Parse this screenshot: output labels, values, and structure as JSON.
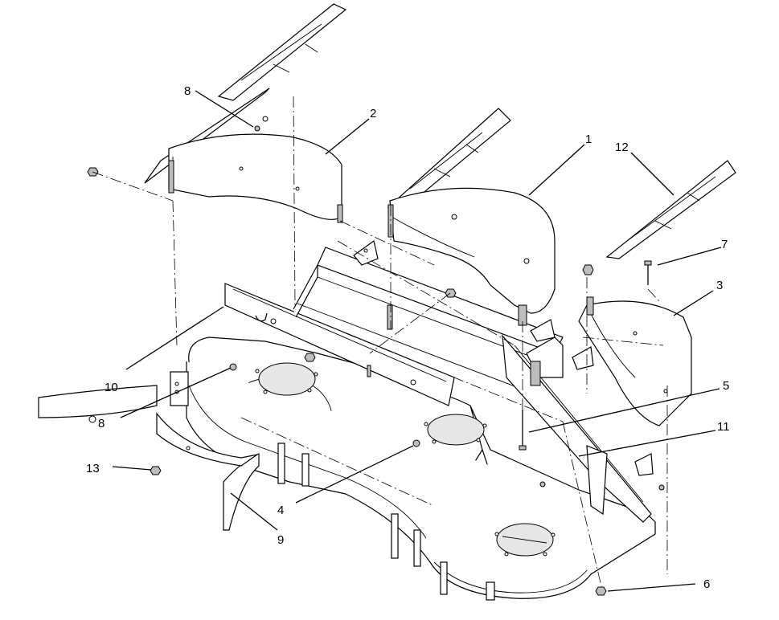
{
  "callouts": [
    {
      "id": "c1",
      "label": "1"
    },
    {
      "id": "c2",
      "label": "2"
    },
    {
      "id": "c3",
      "label": "3"
    },
    {
      "id": "c4",
      "label": "4"
    },
    {
      "id": "c5",
      "label": "5"
    },
    {
      "id": "c6",
      "label": "6"
    },
    {
      "id": "c7",
      "label": "7"
    },
    {
      "id": "c8a",
      "label": "8"
    },
    {
      "id": "c8b",
      "label": "8"
    },
    {
      "id": "c9",
      "label": "9"
    },
    {
      "id": "c10",
      "label": "10"
    },
    {
      "id": "c11",
      "label": "11"
    },
    {
      "id": "c12",
      "label": "12"
    },
    {
      "id": "c13",
      "label": "13"
    }
  ]
}
